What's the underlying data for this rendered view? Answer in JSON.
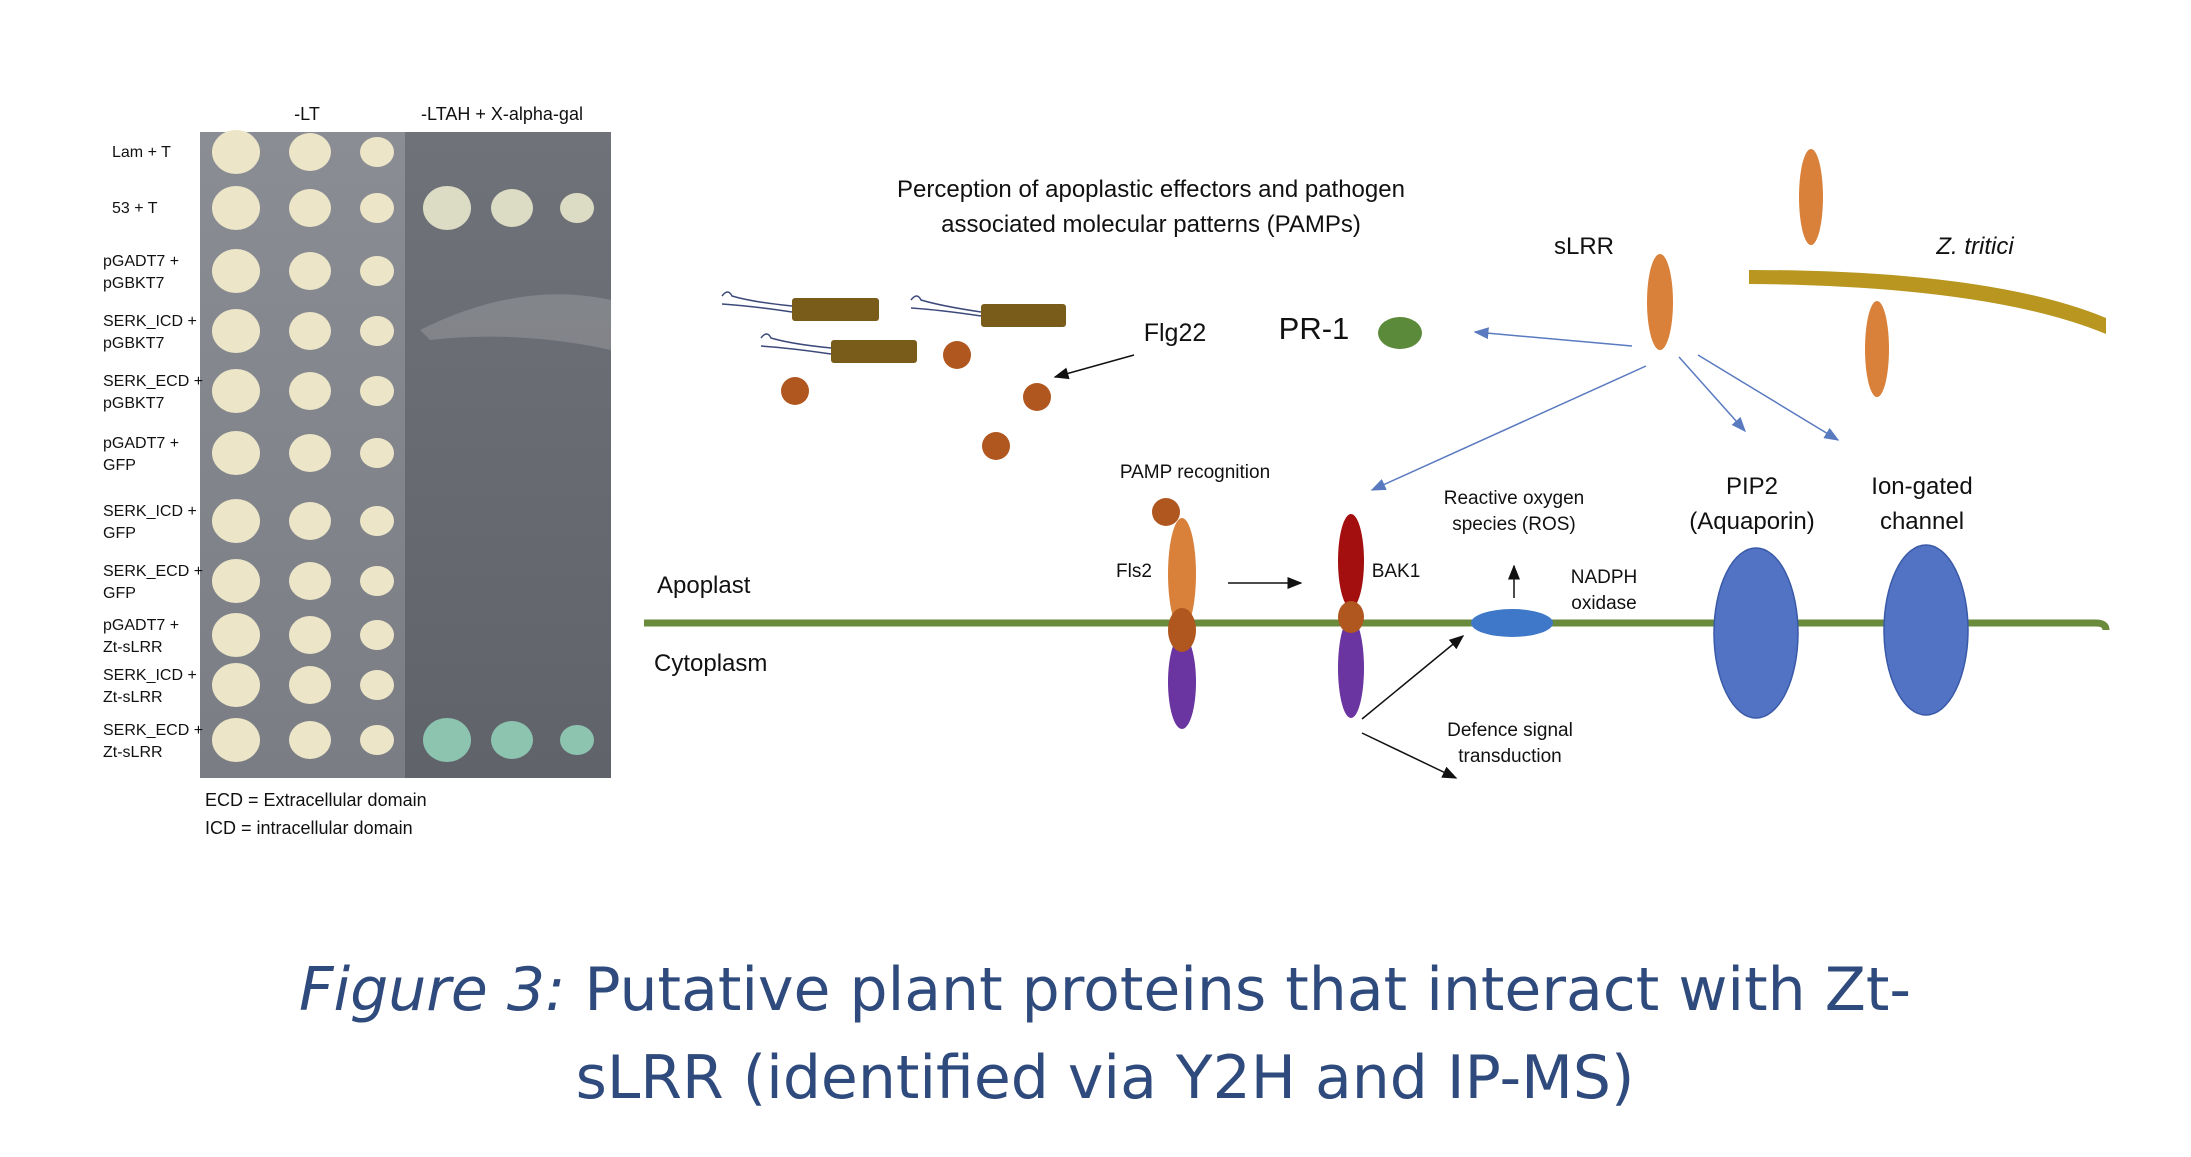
{
  "plate": {
    "col_headers": [
      "-LT",
      "-LTAH + X-alpha-gal"
    ],
    "rows": [
      {
        "line1": "Lam + T",
        "line2": "",
        "selective_growth": "none"
      },
      {
        "line1": "53 + T",
        "line2": "",
        "selective_growth": "white"
      },
      {
        "line1": "pGADT7 +",
        "line2": "pGBKT7",
        "selective_growth": "none"
      },
      {
        "line1": "SERK_ICD +",
        "line2": "pGBKT7",
        "selective_growth": "none"
      },
      {
        "line1": "SERK_ECD +",
        "line2": "pGBKT7",
        "selective_growth": "none"
      },
      {
        "line1": "pGADT7 +",
        "line2": "GFP",
        "selective_growth": "none"
      },
      {
        "line1": "SERK_ICD +",
        "line2": "GFP",
        "selective_growth": "none"
      },
      {
        "line1": "SERK_ECD +",
        "line2": "GFP",
        "selective_growth": "none"
      },
      {
        "line1": "pGADT7 +",
        "line2": "Zt-sLRR",
        "selective_growth": "none"
      },
      {
        "line1": "SERK_ICD +",
        "line2": "Zt-sLRR",
        "selective_growth": "none"
      },
      {
        "line1": "SERK_ECD +",
        "line2": "Zt-sLRR",
        "selective_growth": "blue"
      }
    ],
    "legend": [
      "ECD = Extracellular domain",
      "ICD = intracellular domain"
    ]
  },
  "diagram": {
    "title_line1": "Perception of apoplastic effectors and pathogen",
    "title_line2": "associated molecular patterns (PAMPs)",
    "flg22": "Flg22",
    "pr1": "PR-1",
    "slrr": "sLRR",
    "pathogen": "Z. tritici",
    "pamp_recognition": "PAMP recognition",
    "fls2": "Fls2",
    "bak1": "BAK1",
    "ros_line1": "Reactive oxygen",
    "ros_line2": "species (ROS)",
    "nadph_line1": "NADPH",
    "nadph_line2": "oxidase",
    "pip2_line1": "PIP2",
    "pip2_line2": "(Aquaporin)",
    "ion_line1": "Ion-gated",
    "ion_line2": "channel",
    "apoplast": "Apoplast",
    "cytoplasm": "Cytoplasm",
    "defence_line1": "Defence signal",
    "defence_line2": "transduction"
  },
  "caption": {
    "label": "Figure 3:",
    "line1_rest": " Putative plant proteins that interact with Zt-",
    "line2": "sLRR (identified via Y2H and IP-MS)"
  },
  "colors": {
    "membrane": "#6a8a3c",
    "orange": "#d9813a",
    "brown": "#b0561f",
    "purple": "#6a35a0",
    "red": "#a30f0f",
    "blue_protein": "#5272c4",
    "nadph": "#3f78c8",
    "bacteria": "#7a5c1a",
    "pathogen_wall": "#b8961f",
    "pr1": "#5a8a3a",
    "arrow_blue": "#5a7ac0",
    "caption": "#2f4a7c"
  }
}
